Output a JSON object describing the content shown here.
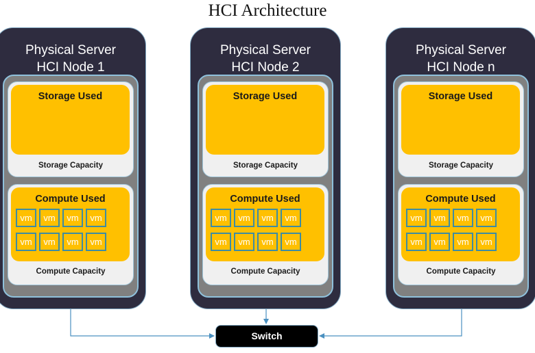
{
  "title": "HCI Architecture",
  "nodes": [
    {
      "server_label": "Physical Server",
      "node_label": "HCI Node 1",
      "storage_used": "Storage Used",
      "storage_capacity": "Storage Capacity",
      "compute_used": "Compute Used",
      "compute_capacity": "Compute Capacity",
      "vms": [
        "vm",
        "vm",
        "vm",
        "vm",
        "vm",
        "vm",
        "vm",
        "vm"
      ]
    },
    {
      "server_label": "Physical Server",
      "node_label": "HCI Node 2",
      "storage_used": "Storage Used",
      "storage_capacity": "Storage Capacity",
      "compute_used": "Compute Used",
      "compute_capacity": "Compute Capacity",
      "vms": [
        "vm",
        "vm",
        "vm",
        "vm",
        "vm",
        "vm",
        "vm",
        "vm"
      ]
    },
    {
      "server_label": "Physical Server",
      "node_label": "HCI Node n",
      "storage_used": "Storage Used",
      "storage_capacity": "Storage Capacity",
      "compute_used": "Compute Used",
      "compute_capacity": "Compute Capacity",
      "vms": [
        "vm",
        "vm",
        "vm",
        "vm",
        "vm",
        "vm",
        "vm",
        "vm"
      ]
    }
  ],
  "switch": {
    "label": "Switch"
  },
  "colors": {
    "server_bg": "#2e2c3f",
    "used_fill": "#ffc000",
    "capacity_bg": "#f0f0f0",
    "inner_bg": "#808080",
    "vm_border": "#3d8ca3",
    "connector": "#4a90c0"
  }
}
